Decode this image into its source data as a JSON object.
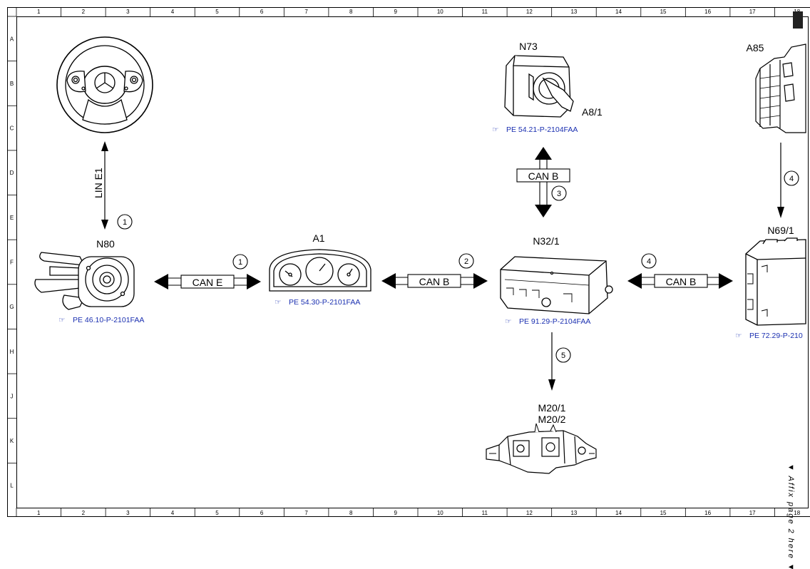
{
  "grid": {
    "columns": [
      "1",
      "2",
      "3",
      "4",
      "5",
      "6",
      "7",
      "8",
      "9",
      "10",
      "11",
      "12",
      "13",
      "14",
      "15",
      "16",
      "17",
      "18"
    ],
    "rows": [
      "A",
      "B",
      "C",
      "D",
      "E",
      "F",
      "G",
      "H",
      "J",
      "K",
      "L"
    ]
  },
  "components": {
    "n80": "N80",
    "a1": "A1",
    "n32_1": "N32/1",
    "n73": "N73",
    "a8_1": "A8/1",
    "a85": "A85",
    "n69_1": "N69/1",
    "m20_1": "M20/1",
    "m20_2": "M20/2"
  },
  "references": {
    "n80": "PE 46.10-P-2101FAA",
    "a1": "PE 54.30-P-2101FAA",
    "n32_1": "PE 91.29-P-2104FAA",
    "n73": "PE 54.21-P-2104FAA",
    "n69_1": "PE 72.29-P-210"
  },
  "connections": {
    "lin_e1": "LIN E1",
    "can_e": "CAN E",
    "can_b_a1_n32": "CAN B",
    "can_b_n73": "CAN B",
    "can_b_n69": "CAN B",
    "num_lin": "1",
    "num_can_e": "1",
    "num_can_b_left": "2",
    "num_can_b_up": "3",
    "num_a85": "4",
    "num_can_b_right": "4",
    "num_motor": "5"
  },
  "side_note": "▼ Affix page 2 here ▼"
}
